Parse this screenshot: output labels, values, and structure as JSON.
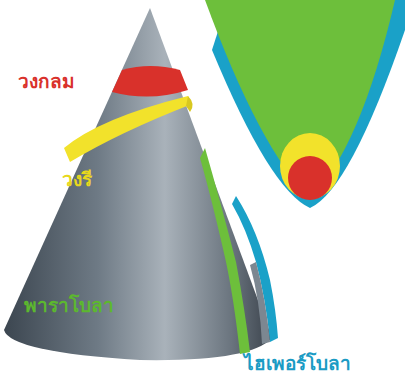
{
  "diagram": {
    "labels": [
      "วงกลม",
      "วงรี",
      "พาราโบลา",
      "ไฮเพอร์โบลา"
    ]
  }
}
